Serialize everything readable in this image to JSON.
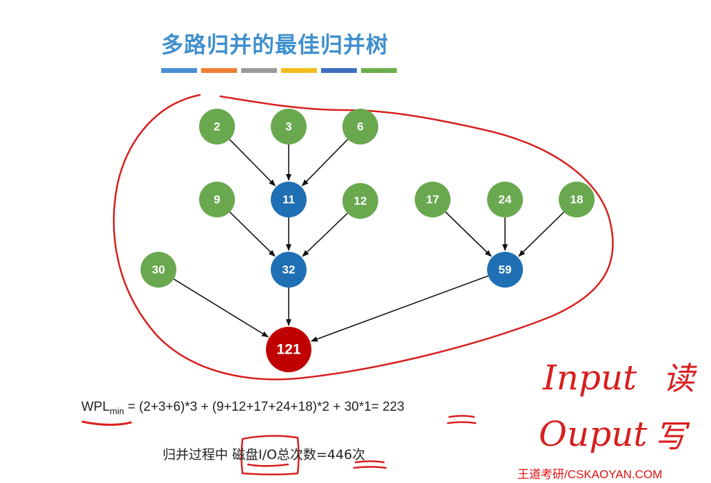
{
  "slide": {
    "title": "多路归并的最佳归并树",
    "title_bar_colors": [
      "#4a8fd4",
      "#ef7f35",
      "#9a9a9a",
      "#f2be1d",
      "#3e6ec0",
      "#6ab04c"
    ]
  },
  "tree": {
    "nodes": [
      {
        "id": "n2",
        "label": "2",
        "kind": "leaf"
      },
      {
        "id": "n3",
        "label": "3",
        "kind": "leaf"
      },
      {
        "id": "n6",
        "label": "6",
        "kind": "leaf"
      },
      {
        "id": "n9",
        "label": "9",
        "kind": "leaf"
      },
      {
        "id": "n11",
        "label": "11",
        "kind": "internal"
      },
      {
        "id": "n12",
        "label": "12",
        "kind": "leaf"
      },
      {
        "id": "n17",
        "label": "17",
        "kind": "leaf"
      },
      {
        "id": "n24",
        "label": "24",
        "kind": "leaf"
      },
      {
        "id": "n18",
        "label": "18",
        "kind": "leaf"
      },
      {
        "id": "n30",
        "label": "30",
        "kind": "leaf"
      },
      {
        "id": "n32",
        "label": "32",
        "kind": "internal"
      },
      {
        "id": "n59",
        "label": "59",
        "kind": "internal"
      },
      {
        "id": "n121",
        "label": "121",
        "kind": "root"
      }
    ],
    "edges": [
      [
        "n2",
        "n11"
      ],
      [
        "n3",
        "n11"
      ],
      [
        "n6",
        "n11"
      ],
      [
        "n9",
        "n32"
      ],
      [
        "n11",
        "n32"
      ],
      [
        "n12",
        "n32"
      ],
      [
        "n17",
        "n59"
      ],
      [
        "n24",
        "n59"
      ],
      [
        "n18",
        "n59"
      ],
      [
        "n30",
        "n121"
      ],
      [
        "n32",
        "n121"
      ],
      [
        "n59",
        "n121"
      ]
    ],
    "colors": {
      "leaf": "#6aa84f",
      "internal": "#1f6fb4",
      "root": "#c00000"
    }
  },
  "formula": {
    "prefix": "WPL",
    "subscript": "min",
    "expression": " = (2+3+6)*3 + (9+12+17+24+18)*2 + 30*1= ",
    "result": "223"
  },
  "io_line": {
    "prefix": "归并过程中",
    "highlight": "磁盘I/O",
    "middle": "总次数=",
    "value": "446",
    "suffix": "次"
  },
  "annotations": {
    "input_word": "Input",
    "input_char": "读",
    "output_word": "Ouput",
    "output_char": "写"
  },
  "watermark": "王道考研/CSKAOYAN.COM"
}
